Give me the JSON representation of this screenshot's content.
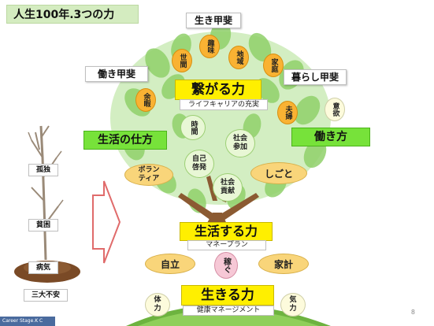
{
  "title": "人生100年.3つの力",
  "top_labels": {
    "ikigai": "生き甲斐",
    "hatarakigai": "働き甲斐",
    "kurashigai": "暮らし甲斐"
  },
  "tsunagaru": {
    "label": "繋がる力",
    "caption": "ライフキャリアの充実"
  },
  "side_labels": {
    "life": "生活の仕方",
    "work": "働き方"
  },
  "crown_circles": [
    {
      "id": "shumi",
      "text": "趣味"
    },
    {
      "id": "seken",
      "text": "世間"
    },
    {
      "id": "chiiki",
      "text": "地域"
    },
    {
      "id": "katei",
      "text": "家庭"
    },
    {
      "id": "yoka",
      "text": "余暇"
    },
    {
      "id": "fuufu",
      "text": "夫婦"
    },
    {
      "id": "iyoku",
      "text": "意欲"
    },
    {
      "id": "jikan",
      "text": "時間"
    },
    {
      "id": "shakai-sanka",
      "text": "社会参加"
    },
    {
      "id": "jiko-keihatsu",
      "text": "自己啓発"
    },
    {
      "id": "shakai-koken",
      "text": "社会貢献"
    }
  ],
  "ellipses": {
    "volunteer": "ボランティア",
    "shigoto": "しごと"
  },
  "seikatsu": {
    "label": "生活する力",
    "caption": "マネープラン"
  },
  "ground_items": {
    "jiritsu": "自立",
    "kasegu": "稼ぐ",
    "kakei": "家計",
    "tairyoku": "体力",
    "kiryoku": "気力"
  },
  "ikiru": {
    "label": "生きる力",
    "caption": "健康マネージメント"
  },
  "dead_tree_labels": [
    "孤独",
    "貧困",
    "病気",
    "三大不安"
  ],
  "footer": "Career Stage.K C",
  "page_number": "8",
  "colors": {
    "yellow": "#ffef00",
    "green": "#77e23a",
    "orange": "#f9b233",
    "leaf": "#8fd06a"
  }
}
